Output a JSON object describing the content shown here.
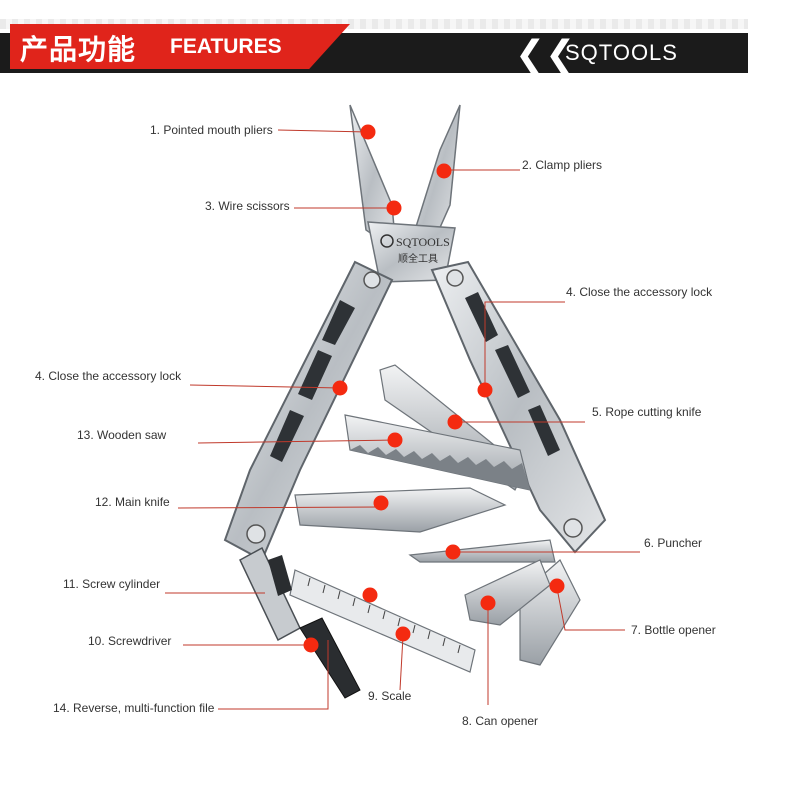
{
  "header": {
    "title_cn": "产品功能",
    "title_en": "FEATURES",
    "brand": "SQTOOLS",
    "chevron_glyph": "❮❮",
    "accent_color": "#e0241b",
    "bar_color": "#1b1b1b"
  },
  "tool": {
    "logo_text": "SQTOOLS",
    "logo_cn": "顺全工具"
  },
  "callouts": [
    {
      "label": "1. Pointed mouth pliers"
    },
    {
      "label": "2. Clamp pliers"
    },
    {
      "label": "3. Wire scissors"
    },
    {
      "label": "4. Close the accessory lock"
    },
    {
      "label": "4. Close the accessory lock"
    },
    {
      "label": "5. Rope cutting knife"
    },
    {
      "label": "13. Wooden saw"
    },
    {
      "label": "12. Main knife"
    },
    {
      "label": "6. Puncher"
    },
    {
      "label": "11. Screw cylinder"
    },
    {
      "label": "7. Bottle opener"
    },
    {
      "label": "10. Screwdriver"
    },
    {
      "label": "9. Scale"
    },
    {
      "label": "14. Reverse, multi-function file"
    },
    {
      "label": "8. Can opener"
    }
  ],
  "colors": {
    "dot": "#f42a10",
    "leader": "#c0392b",
    "steel": "#c9cdd1",
    "steel_dark": "#8a8f95"
  }
}
